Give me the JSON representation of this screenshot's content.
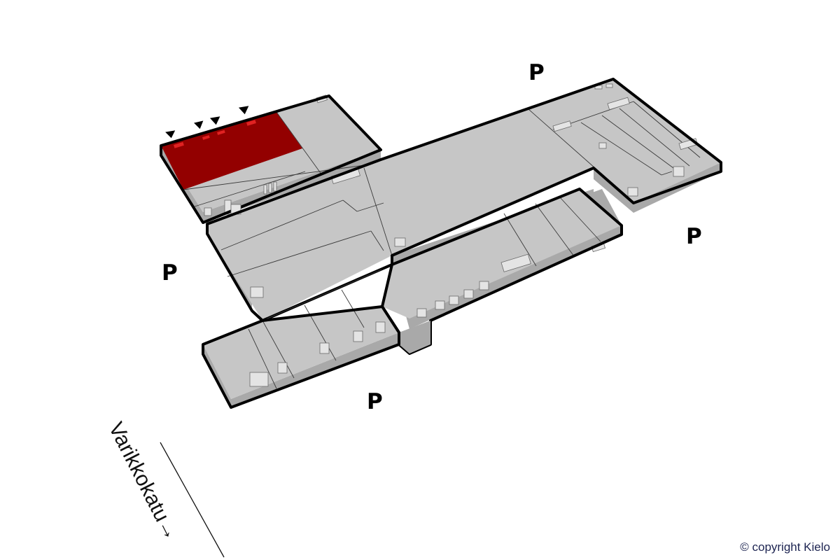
{
  "map": {
    "type": "3d-floor-plan",
    "highlight_color": "#930000",
    "floor_color": "#c6c6c6",
    "selected_unit": "highlighted-shop-west-wing"
  },
  "parking_labels": [
    {
      "id": "north",
      "label": "P"
    },
    {
      "id": "east",
      "label": "P"
    },
    {
      "id": "west",
      "label": "P"
    },
    {
      "id": "south",
      "label": "P"
    }
  ],
  "entrances": {
    "count": 4,
    "icon": "triangle-down-icon"
  },
  "street": {
    "name": "Varikkokatu",
    "arrow": "→"
  },
  "copyright": "© copyright Kielo"
}
